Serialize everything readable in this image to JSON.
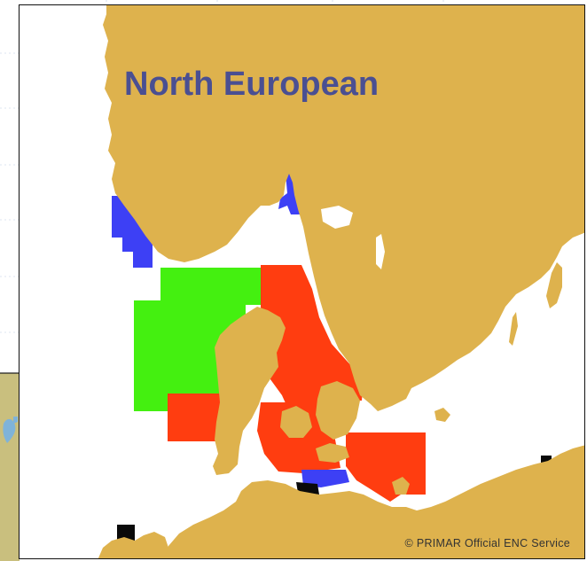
{
  "map": {
    "title": "North European",
    "credit": "© PRIMAR Official ENC Service",
    "colors": {
      "land": "#deb24d",
      "sea": "#ffffff",
      "coverage_blue": "#3d40f5",
      "coverage_green": "#44f010",
      "coverage_red": "#ff3d10",
      "coverage_black": "#0a0a0a",
      "title": "#4a4f92",
      "frame": "#111111"
    },
    "coverage_legend_order": [
      "blue",
      "green",
      "red",
      "black"
    ]
  }
}
